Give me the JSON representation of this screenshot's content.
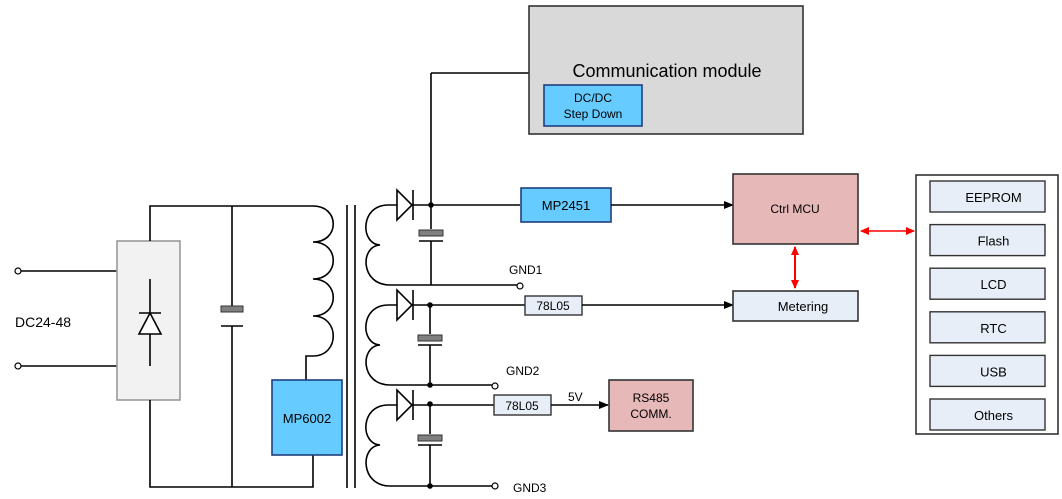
{
  "title": "Power supply and control block diagram",
  "input": {
    "label": "DC24-48"
  },
  "primary": {
    "controller_label": "MP6002"
  },
  "communication_module": {
    "title": "Communication module",
    "dcdc_line1": "DC/DC",
    "dcdc_line2": "Step Down"
  },
  "rails": [
    {
      "regulator": "MP2451",
      "ground": "GND1"
    },
    {
      "regulator": "78L05",
      "ground": "GND2"
    },
    {
      "regulator": "78L05",
      "ground": "GND3",
      "output_voltage": "5V"
    }
  ],
  "blocks": {
    "ctrl_mcu": "Ctrl MCU",
    "metering": "Metering",
    "rs485_line1": "RS485",
    "rs485_line2": "COMM."
  },
  "peripherals": [
    "EEPROM",
    "Flash",
    "LCD",
    "RTC",
    "USB",
    "Others"
  ],
  "colors": {
    "blue_block": "#66ccff",
    "blue_border": "#1f3f7f",
    "pink_block": "#e6b8b7",
    "light_block": "#e8eef8",
    "gray_module": "#d9d9d9",
    "bridge_fill": "#f2f2f2",
    "bus_arrow": "#ff0000"
  }
}
